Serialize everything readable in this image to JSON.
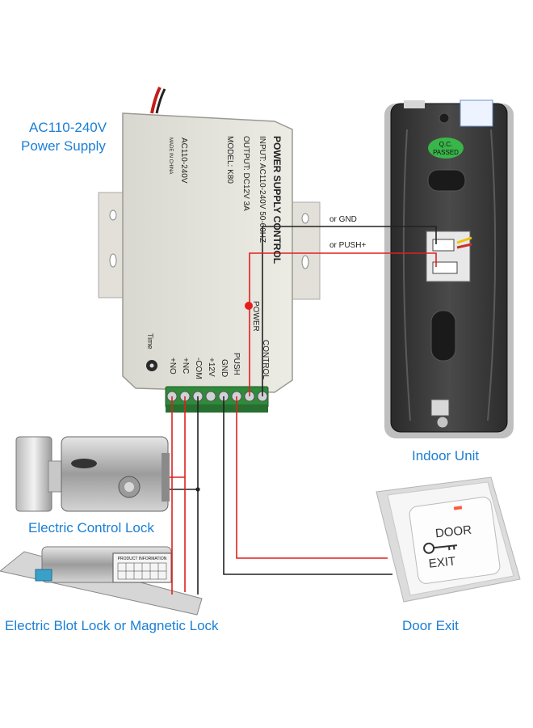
{
  "labels": {
    "power_supply_line1": "AC110-240V",
    "power_supply_line2": "Power Supply",
    "indoor_unit": "Indoor Unit",
    "electric_control_lock": "Electric Control Lock",
    "electric_bolt_lock": "Electric Blot Lock or Magnetic Lock",
    "door_exit": "Door Exit"
  },
  "psu": {
    "title": "POWER SUPPLY CONTROL",
    "input": "INPUT: AC110-240V  50-60HZ",
    "output": "OUTPUT: DC12V  3A",
    "model": "MODEL: K80",
    "ac": "AC110-240V",
    "made_in": "MADE IN CHINA",
    "power": "POWER",
    "time": "Time",
    "terminals": [
      "CONTROL",
      "PUSH",
      "GND",
      "+12V",
      "-COM",
      "+NC",
      "+NO"
    ]
  },
  "wires": {
    "gnd": "or GND",
    "push": "or PUSH+"
  },
  "indoor": {
    "qc_line1": "Q.C.",
    "qc_line2": "PASSED"
  },
  "exit_button": {
    "door": "DOOR",
    "exit": "EXIT"
  },
  "bolt_lock": {
    "plate_title": "PRODUCT INFORMATION"
  },
  "colors": {
    "label_blue": "#1a7fd6",
    "wire_red": "#e0201c",
    "wire_black": "#222222",
    "terminal_green": "#2f8a3a"
  }
}
